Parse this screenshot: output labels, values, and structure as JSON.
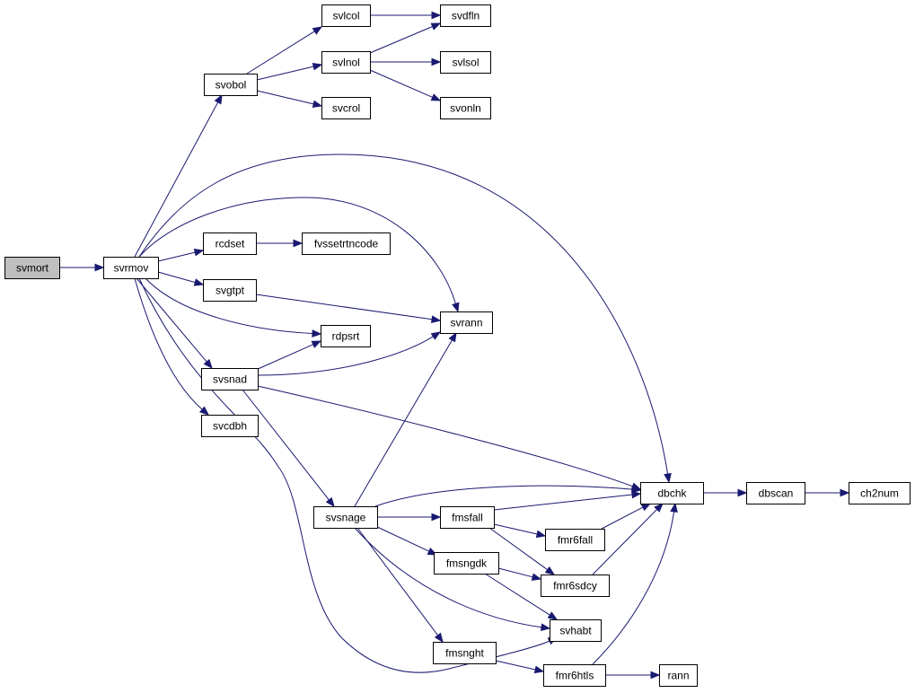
{
  "diagram": {
    "type": "call-graph",
    "colors": {
      "edge": "#191970",
      "node_border": "#000000",
      "node_fill": "#ffffff",
      "root_fill": "#bfbfbf"
    },
    "nodes": [
      {
        "id": "svmort",
        "label": "svmort",
        "root": true
      },
      {
        "id": "svrmov",
        "label": "svrmov"
      },
      {
        "id": "svobol",
        "label": "svobol"
      },
      {
        "id": "svlcol",
        "label": "svlcol"
      },
      {
        "id": "svlnol",
        "label": "svlnol"
      },
      {
        "id": "svcrol",
        "label": "svcrol"
      },
      {
        "id": "svdfln",
        "label": "svdfln"
      },
      {
        "id": "svlsol",
        "label": "svlsol"
      },
      {
        "id": "svonln",
        "label": "svonln"
      },
      {
        "id": "rcdset",
        "label": "rcdset"
      },
      {
        "id": "fvssetrtncode",
        "label": "fvssetrtncode"
      },
      {
        "id": "svgtpt",
        "label": "svgtpt"
      },
      {
        "id": "svrann",
        "label": "svrann"
      },
      {
        "id": "rdpsrt",
        "label": "rdpsrt"
      },
      {
        "id": "svsnad",
        "label": "svsnad"
      },
      {
        "id": "svcdbh",
        "label": "svcdbh"
      },
      {
        "id": "dbchk",
        "label": "dbchk"
      },
      {
        "id": "dbscan",
        "label": "dbscan"
      },
      {
        "id": "ch2num",
        "label": "ch2num"
      },
      {
        "id": "svsnage",
        "label": "svsnage"
      },
      {
        "id": "fmsfall",
        "label": "fmsfall"
      },
      {
        "id": "fmr6fall",
        "label": "fmr6fall"
      },
      {
        "id": "fmsngdk",
        "label": "fmsngdk"
      },
      {
        "id": "fmr6sdcy",
        "label": "fmr6sdcy"
      },
      {
        "id": "svhabt",
        "label": "svhabt"
      },
      {
        "id": "fmsnght",
        "label": "fmsnght"
      },
      {
        "id": "fmr6htls",
        "label": "fmr6htls"
      },
      {
        "id": "rann",
        "label": "rann"
      }
    ],
    "edges": [
      {
        "from": "svmort",
        "to": "svrmov"
      },
      {
        "from": "svrmov",
        "to": "svobol"
      },
      {
        "from": "svrmov",
        "to": "dbchk"
      },
      {
        "from": "svrmov",
        "to": "svrann"
      },
      {
        "from": "svrmov",
        "to": "rcdset"
      },
      {
        "from": "svrmov",
        "to": "svgtpt"
      },
      {
        "from": "svrmov",
        "to": "rdpsrt"
      },
      {
        "from": "svrmov",
        "to": "svsnad"
      },
      {
        "from": "svrmov",
        "to": "svcdbh"
      },
      {
        "from": "svrmov",
        "to": "svhabt"
      },
      {
        "from": "svobol",
        "to": "svlcol"
      },
      {
        "from": "svobol",
        "to": "svlnol"
      },
      {
        "from": "svobol",
        "to": "svcrol"
      },
      {
        "from": "svlcol",
        "to": "svdfln"
      },
      {
        "from": "svlnol",
        "to": "svdfln"
      },
      {
        "from": "svlnol",
        "to": "svlsol"
      },
      {
        "from": "svlnol",
        "to": "svonln"
      },
      {
        "from": "rcdset",
        "to": "fvssetrtncode"
      },
      {
        "from": "svgtpt",
        "to": "svrann"
      },
      {
        "from": "svsnad",
        "to": "rdpsrt"
      },
      {
        "from": "svsnad",
        "to": "svrann"
      },
      {
        "from": "svsnad",
        "to": "dbchk"
      },
      {
        "from": "svsnad",
        "to": "svsnage"
      },
      {
        "from": "svsnage",
        "to": "svrann"
      },
      {
        "from": "svsnage",
        "to": "dbchk"
      },
      {
        "from": "svsnage",
        "to": "fmsfall"
      },
      {
        "from": "svsnage",
        "to": "fmsngdk"
      },
      {
        "from": "svsnage",
        "to": "svhabt"
      },
      {
        "from": "svsnage",
        "to": "fmsnght"
      },
      {
        "from": "fmsfall",
        "to": "dbchk"
      },
      {
        "from": "fmsfall",
        "to": "fmr6fall"
      },
      {
        "from": "fmsfall",
        "to": "fmr6sdcy"
      },
      {
        "from": "fmr6fall",
        "to": "dbchk"
      },
      {
        "from": "fmr6sdcy",
        "to": "dbchk"
      },
      {
        "from": "fmsngdk",
        "to": "fmr6sdcy"
      },
      {
        "from": "fmsngdk",
        "to": "svhabt"
      },
      {
        "from": "fmsnght",
        "to": "fmr6htls"
      },
      {
        "from": "fmr6htls",
        "to": "dbchk"
      },
      {
        "from": "fmr6htls",
        "to": "rann"
      },
      {
        "from": "dbchk",
        "to": "dbscan"
      },
      {
        "from": "dbscan",
        "to": "ch2num"
      }
    ]
  }
}
